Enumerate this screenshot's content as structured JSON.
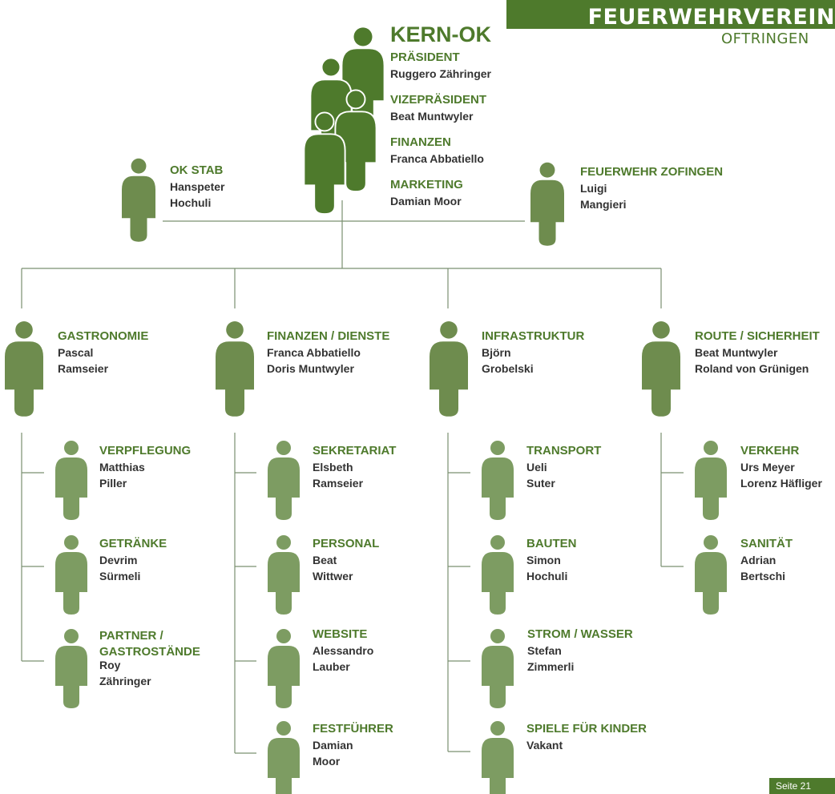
{
  "header": {
    "title": "FEUERWEHRVEREIN",
    "subtitle": "OFTRINGEN"
  },
  "kern": {
    "title": "KERN-OK",
    "roles": [
      {
        "role": "PRÄSIDENT",
        "name": "Ruggero Zähringer"
      },
      {
        "role": "VIZEPRÄSIDENT",
        "name": "Beat Muntwyler"
      },
      {
        "role": "FINANZEN",
        "name": "Franca Abbatiello"
      },
      {
        "role": "MARKETING",
        "name": "Damian Moor"
      }
    ]
  },
  "stab": {
    "role": "OK STAB",
    "line1": "Hanspeter",
    "line2": "Hochuli"
  },
  "zofingen": {
    "role": "FEUERWEHR ZOFINGEN",
    "line1": "Luigi",
    "line2": "Mangieri"
  },
  "departments": [
    {
      "role": "GASTRONOMIE",
      "line1": "Pascal",
      "line2": "Ramseier",
      "subs": [
        {
          "role": "VERPFLEGUNG",
          "line1": "Matthias",
          "line2": "Piller"
        },
        {
          "role": "GETRÄNKE",
          "line1": "Devrim",
          "line2": "Sürmeli"
        },
        {
          "role": "PARTNER /",
          "role2": "GASTROSTÄNDE",
          "line1": "Roy",
          "line2": "Zähringer"
        }
      ]
    },
    {
      "role": "FINANZEN / DIENSTE",
      "line1": "Franca Abbatiello",
      "line2": "Doris Muntwyler",
      "subs": [
        {
          "role": "SEKRETARIAT",
          "line1": "Elsbeth",
          "line2": "Ramseier"
        },
        {
          "role": "PERSONAL",
          "line1": "Beat",
          "line2": "Wittwer"
        },
        {
          "role": "WEBSITE",
          "line1": "Alessandro",
          "line2": "Lauber"
        },
        {
          "role": "FESTFÜHRER",
          "line1": "Damian",
          "line2": "Moor"
        }
      ]
    },
    {
      "role": "INFRASTRUKTUR",
      "line1": "Björn",
      "line2": "Grobelski",
      "subs": [
        {
          "role": "TRANSPORT",
          "line1": "Ueli",
          "line2": "Suter"
        },
        {
          "role": "BAUTEN",
          "line1": "Simon",
          "line2": "Hochuli"
        },
        {
          "role": "STROM / WASSER",
          "line1": "Stefan",
          "line2": "Zimmerli"
        },
        {
          "role": "SPIELE FÜR KINDER",
          "line1": "Vakant",
          "line2": ""
        }
      ]
    },
    {
      "role": "ROUTE / SICHERHEIT",
      "line1": "Beat Muntwyler",
      "line2": "Roland von Grünigen",
      "subs": [
        {
          "role": "VERKEHR",
          "line1": "Urs Meyer",
          "line2": "Lorenz Häfliger"
        },
        {
          "role": "SANITÄT",
          "line1": "Adrian",
          "line2": "Bertschi"
        }
      ]
    }
  ],
  "footer": {
    "page": "Seite 21"
  },
  "colors": {
    "dark_green": "#4e7a2c",
    "mid_green": "#6e8c4e",
    "light_green": "#7d9c62",
    "line": "#7a9070"
  }
}
